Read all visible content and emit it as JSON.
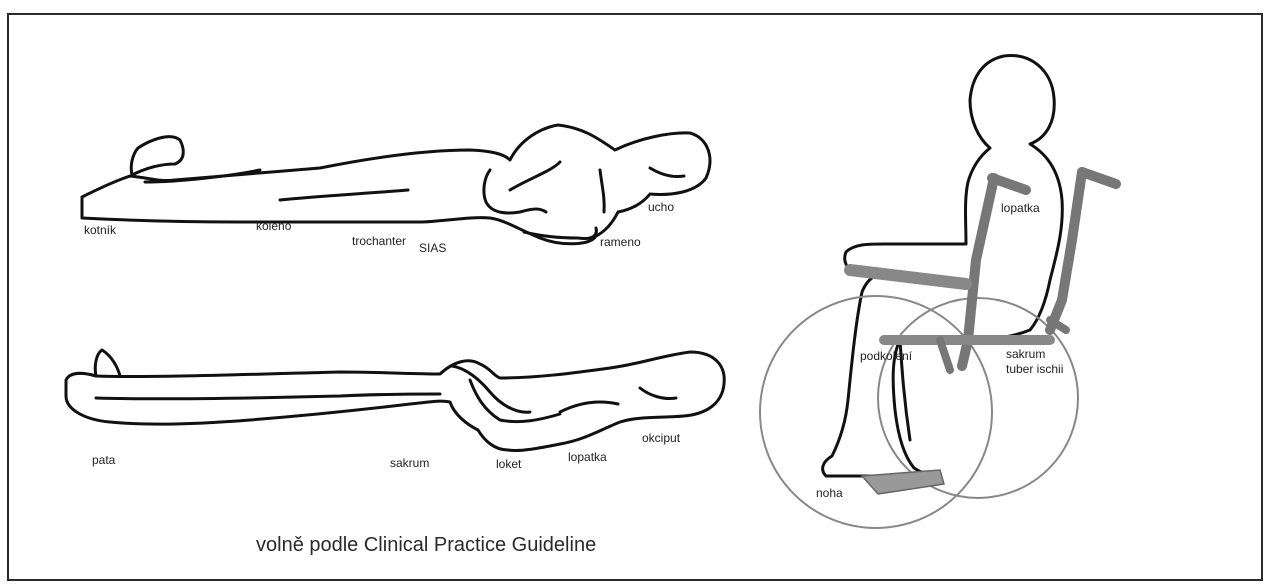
{
  "labels": {
    "lateral": {
      "kotnik": "kotník",
      "koleno": "koleno",
      "trochanter": "trochanter",
      "sias": "SIAS",
      "rameno": "rameno",
      "ucho": "ucho"
    },
    "supine": {
      "pata": "pata",
      "sakrum": "sakrum",
      "loket": "loket",
      "lopatka": "lopatka",
      "okciput": "okciput"
    },
    "seated": {
      "lopatka": "lopatka",
      "podkoleni": "podkolení",
      "sakrum": "sakrum",
      "tuber_ischii": "tuber ischii",
      "noha": "noha"
    }
  },
  "caption": "volně podle Clinical Practice Guideline"
}
